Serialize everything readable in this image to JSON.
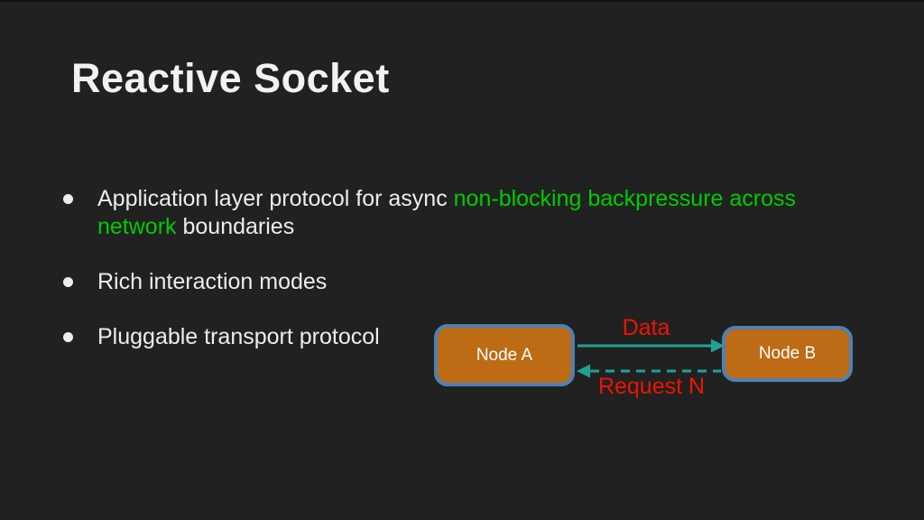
{
  "slide": {
    "title": "Reactive Socket"
  },
  "bullets": [
    {
      "segments": [
        {
          "text": "Application layer protocol for async ",
          "style": "default"
        },
        {
          "text": "non-blocking backpressure across network",
          "style": "green"
        },
        {
          "text": " boundaries",
          "style": "default"
        }
      ]
    },
    {
      "segments": [
        {
          "text": "Rich interaction modes",
          "style": "default"
        }
      ]
    },
    {
      "segments": [
        {
          "text": "Pluggable transport protocol",
          "style": "default"
        }
      ]
    }
  ],
  "diagram": {
    "node_a_label": "Node A",
    "node_b_label": "Node B",
    "data_arrow_label": "Data",
    "request_arrow_label": "Request N"
  },
  "colors": {
    "background": "#212121",
    "title_text": "#f2f2f2",
    "body_text": "#ededed",
    "highlight_green": "#00cb00",
    "label_red": "#ee1500",
    "node_fill": "#bd6b15",
    "node_border": "#4f81b4",
    "arrow_teal": "#20a292"
  }
}
